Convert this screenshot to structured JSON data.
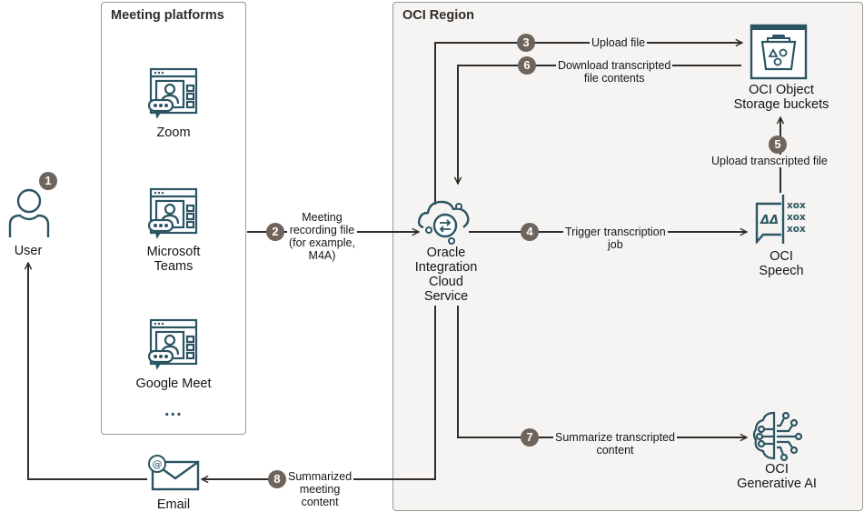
{
  "colors": {
    "icon_teal": "#2b5563",
    "badge_brown": "#6f645c",
    "line_dark": "#312d2a",
    "region_bg": "#f5f4f2",
    "border_gray": "#9e9892"
  },
  "containers": {
    "platforms": {
      "title": "Meeting platforms"
    },
    "region": {
      "title": "OCI Region"
    }
  },
  "nodes": {
    "user": {
      "label": "User",
      "icon": "user-icon"
    },
    "zoom": {
      "label": "Zoom",
      "icon": "video-conference-icon"
    },
    "teams": {
      "label_line1": "Microsoft",
      "label_line2": "Teams",
      "icon": "video-conference-icon"
    },
    "meet": {
      "label": "Google Meet",
      "icon": "video-conference-icon"
    },
    "more": {
      "label": "...",
      "icon": "ellipsis-icon"
    },
    "email": {
      "label": "Email",
      "icon": "email-icon"
    },
    "oic": {
      "label_lines": [
        "Oracle",
        "Integration",
        "Cloud",
        "Service"
      ],
      "icon": "integration-cloud-icon"
    },
    "object_storage": {
      "label_lines": [
        "OCI Object",
        "Storage buckets"
      ],
      "icon": "bucket-icon"
    },
    "speech": {
      "label_lines": [
        "OCI",
        "Speech"
      ],
      "icon": "speech-icon",
      "icon_text": "xox"
    },
    "genai": {
      "label_lines": [
        "OCI",
        "Generative AI"
      ],
      "icon": "brain-circuit-icon"
    }
  },
  "steps": [
    {
      "number": "1",
      "label_lines": []
    },
    {
      "number": "2",
      "label_lines": [
        "Meeting",
        "recording file",
        "(for example,",
        "M4A)"
      ]
    },
    {
      "number": "3",
      "label_lines": [
        "Upload file"
      ]
    },
    {
      "number": "4",
      "label_lines": [
        "Trigger transcription",
        "job"
      ]
    },
    {
      "number": "5",
      "label_lines": [
        "Upload transcripted file"
      ]
    },
    {
      "number": "6",
      "label_lines": [
        "Download transcripted",
        "file contents"
      ]
    },
    {
      "number": "7",
      "label_lines": [
        "Summarize transcripted",
        "content"
      ]
    },
    {
      "number": "8",
      "label_lines": [
        "Summarized",
        "meeting",
        "content"
      ]
    }
  ]
}
